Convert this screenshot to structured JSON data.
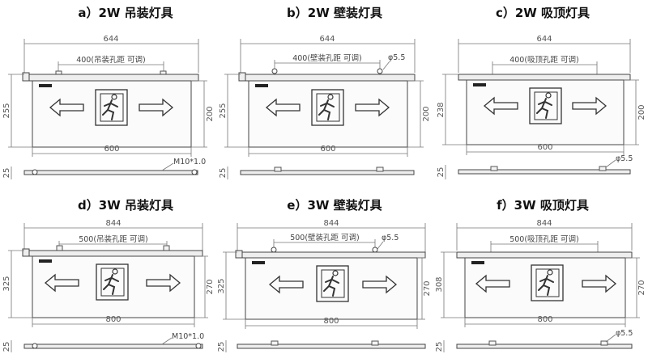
{
  "panels": [
    {
      "id": "a",
      "title": "a）2W 吊装灯具",
      "width_dim": "644",
      "hole_dim": "400(吊装孔距 可调)",
      "height_dim": "255",
      "inner_height_dim": "200",
      "bottom_dim": "600",
      "thickness_dim": "25",
      "fastener_dim": "M10*1.0",
      "mount": "hanging"
    },
    {
      "id": "b",
      "title": "b）2W 壁装灯具",
      "width_dim": "644",
      "hole_dim": "400(壁装孔距 可调)",
      "height_dim": "255",
      "inner_height_dim": "200",
      "bottom_dim": "600",
      "thickness_dim": "25",
      "fastener_dim": "φ5.5",
      "mount": "wall"
    },
    {
      "id": "c",
      "title": "c）2W 吸顶灯具",
      "width_dim": "644",
      "hole_dim": "400(吸顶孔距 可调)",
      "height_dim": "238",
      "inner_height_dim": "200",
      "bottom_dim": "600",
      "thickness_dim": "25",
      "fastener_dim": "φ5.5",
      "mount": "ceiling"
    },
    {
      "id": "d",
      "title": "d）3W 吊装灯具",
      "width_dim": "844",
      "hole_dim": "500(吊装孔距 可调)",
      "height_dim": "325",
      "inner_height_dim": "270",
      "bottom_dim": "800",
      "thickness_dim": "25",
      "fastener_dim": "M10*1.0",
      "mount": "hanging"
    },
    {
      "id": "e",
      "title": "e）3W 壁装灯具",
      "width_dim": "844",
      "hole_dim": "500(壁装孔距 可调)",
      "height_dim": "325",
      "inner_height_dim": "270",
      "bottom_dim": "800",
      "thickness_dim": "25",
      "fastener_dim": "φ5.5",
      "mount": "wall"
    },
    {
      "id": "f",
      "title": "f）3W 吸顶灯具",
      "width_dim": "844",
      "hole_dim": "500(吸顶孔距 可调)",
      "height_dim": "308",
      "inner_height_dim": "270",
      "bottom_dim": "800",
      "thickness_dim": "25",
      "fastener_dim": "φ5.5",
      "mount": "ceiling"
    }
  ],
  "colors": {
    "line": "#555555",
    "text": "#111111"
  },
  "icons": [
    "arrow-left-icon",
    "running-man-exit-icon",
    "arrow-right-icon",
    "logo-icon"
  ]
}
